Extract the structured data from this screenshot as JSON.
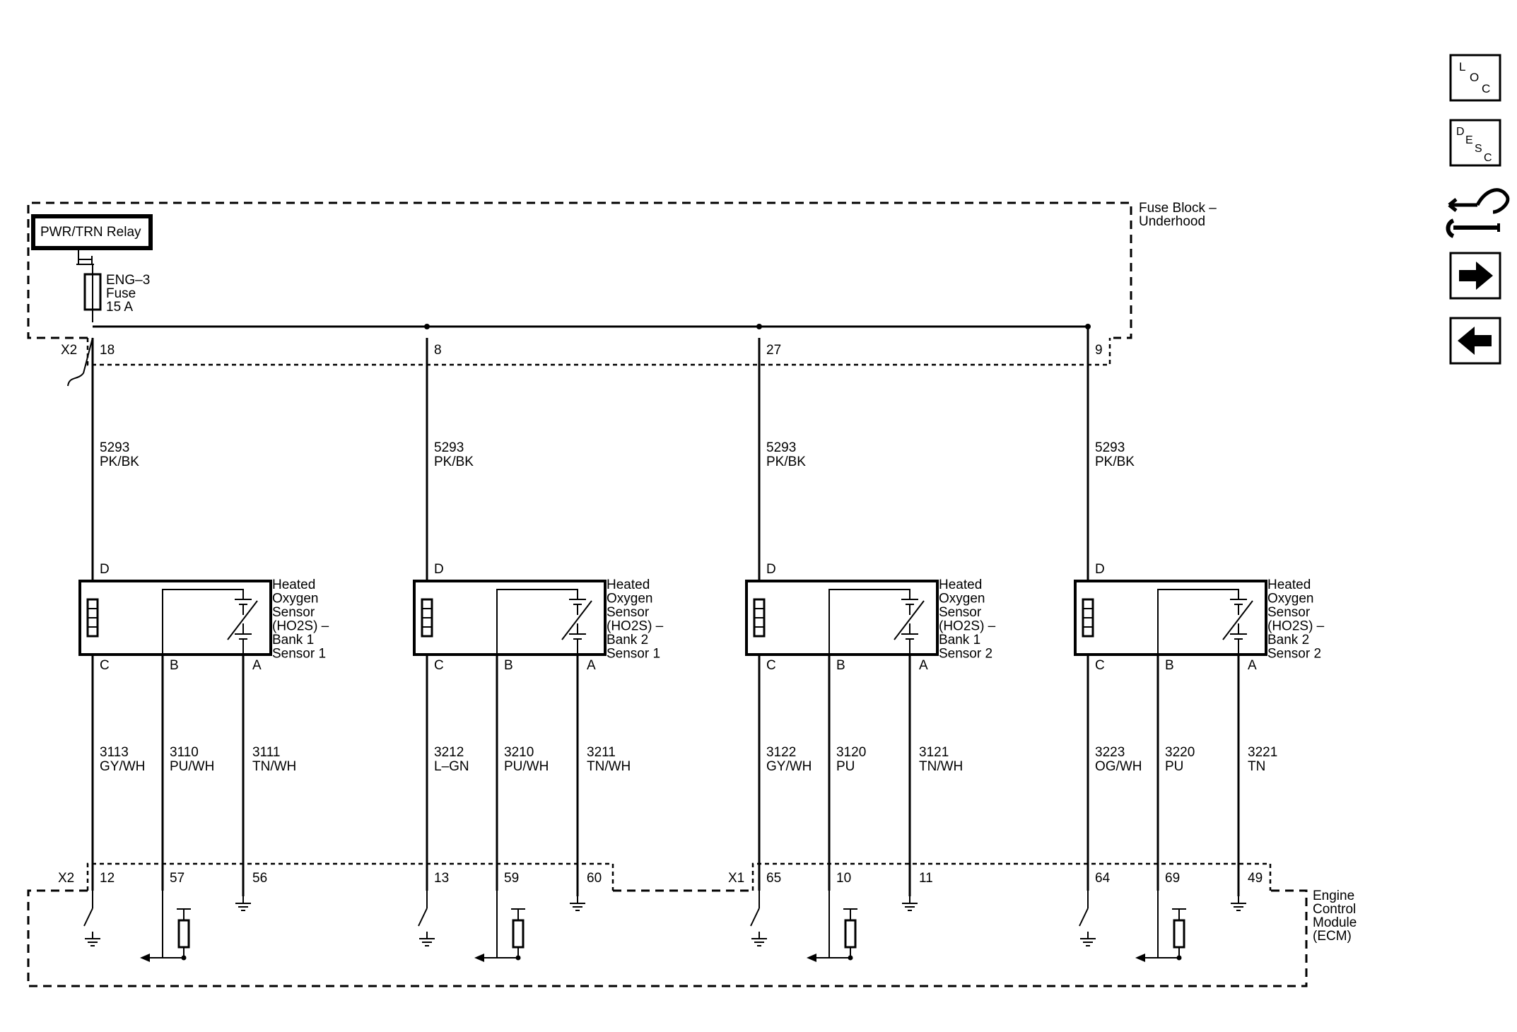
{
  "fuse_block": {
    "label_line1": "Fuse Block –",
    "label_line2": "Underhood",
    "relay_label": "PWR/TRN Relay",
    "fuse_line1": "ENG–3",
    "fuse_line2": "Fuse",
    "fuse_line3": "15 A",
    "connector": "X2"
  },
  "ecm": {
    "label_lines": [
      "Engine",
      "Control",
      "Module",
      "(ECM)"
    ],
    "connector_left": "X2",
    "connector_right": "X1"
  },
  "sensors": [
    {
      "top_pin": "18",
      "supply_circuit": "5293",
      "supply_color": "PK/BK",
      "name_lines": [
        "Heated",
        "Oxygen",
        "Sensor",
        "(HO2S)  –",
        "Bank 1",
        "Sensor 1"
      ],
      "pin_labels": {
        "d": "D",
        "c": "C",
        "b": "B",
        "a": "A"
      },
      "wires": {
        "c": {
          "circuit": "3113",
          "color": "GY/WH",
          "ecm_pin": "12"
        },
        "b": {
          "circuit": "3110",
          "color": "PU/WH",
          "ecm_pin": "57"
        },
        "a": {
          "circuit": "3111",
          "color": "TN/WH",
          "ecm_pin": "56"
        }
      }
    },
    {
      "top_pin": "8",
      "supply_circuit": "5293",
      "supply_color": "PK/BK",
      "name_lines": [
        "Heated",
        "Oxygen",
        "Sensor",
        "(HO2S)  –",
        "Bank 2",
        "Sensor 1"
      ],
      "pin_labels": {
        "d": "D",
        "c": "C",
        "b": "B",
        "a": "A"
      },
      "wires": {
        "c": {
          "circuit": "3212",
          "color": "L–GN",
          "ecm_pin": "13"
        },
        "b": {
          "circuit": "3210",
          "color": "PU/WH",
          "ecm_pin": "59"
        },
        "a": {
          "circuit": "3211",
          "color": "TN/WH",
          "ecm_pin": "60"
        }
      }
    },
    {
      "top_pin": "27",
      "supply_circuit": "5293",
      "supply_color": "PK/BK",
      "name_lines": [
        "Heated",
        "Oxygen",
        "Sensor",
        "(HO2S)  –",
        "Bank 1",
        "Sensor 2"
      ],
      "pin_labels": {
        "d": "D",
        "c": "C",
        "b": "B",
        "a": "A"
      },
      "wires": {
        "c": {
          "circuit": "3122",
          "color": "GY/WH",
          "ecm_pin": "65"
        },
        "b": {
          "circuit": "3120",
          "color": "PU",
          "ecm_pin": "10"
        },
        "a": {
          "circuit": "3121",
          "color": "TN/WH",
          "ecm_pin": "11"
        }
      }
    },
    {
      "top_pin": "9",
      "supply_circuit": "5293",
      "supply_color": "PK/BK",
      "name_lines": [
        "Heated",
        "Oxygen",
        "Sensor",
        "(HO2S)  –",
        "Bank 2",
        "Sensor 2"
      ],
      "pin_labels": {
        "d": "D",
        "c": "C",
        "b": "B",
        "a": "A"
      },
      "wires": {
        "c": {
          "circuit": "3223",
          "color": "OG/WH",
          "ecm_pin": "64"
        },
        "b": {
          "circuit": "3220",
          "color": "PU",
          "ecm_pin": "69"
        },
        "a": {
          "circuit": "3221",
          "color": "TN",
          "ecm_pin": "49"
        }
      }
    }
  ],
  "nav": {
    "loc": {
      "l1": "L",
      "l2": "O",
      "l3": "C",
      "icon": "loc-icon"
    },
    "desc": {
      "l1": "D",
      "l2": "E",
      "l3": "S",
      "l4": "C",
      "icon": "desc-icon"
    },
    "diag_icon": "connector-wrench-icon",
    "next_icon": "arrow-right-icon",
    "prev_icon": "arrow-left-icon"
  }
}
